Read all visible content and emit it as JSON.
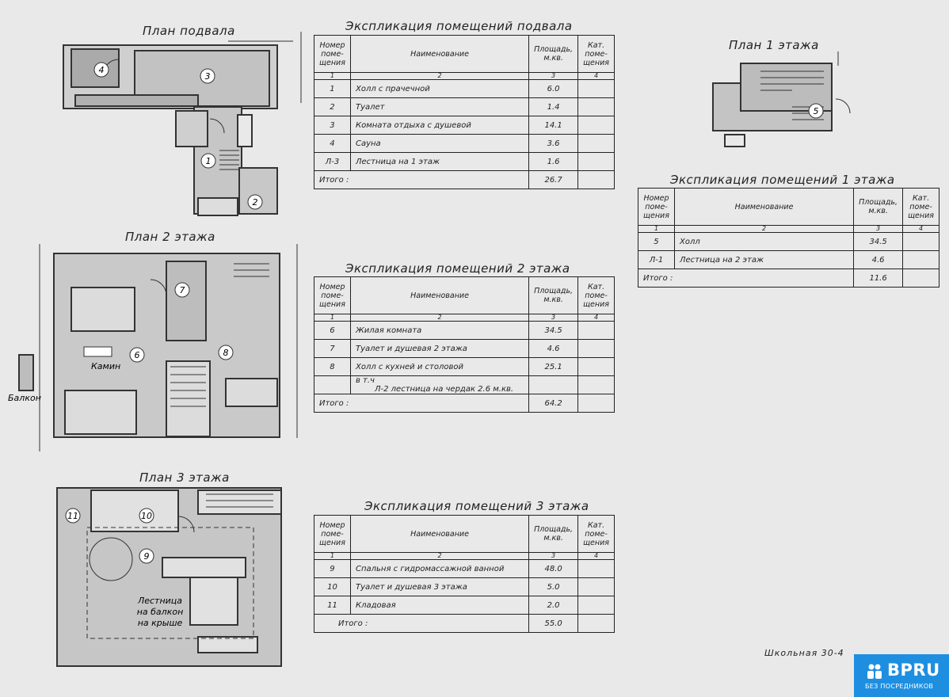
{
  "plans": {
    "basement": {
      "title": "План подвала",
      "rooms": [
        "4",
        "3",
        "1",
        "2"
      ]
    },
    "floor1": {
      "title": "План 1 этажа",
      "rooms": [
        "5"
      ]
    },
    "floor2": {
      "title": "План 2 этажа",
      "rooms": [
        "7",
        "6",
        "8"
      ],
      "labels": [
        "Камин",
        "Балкон"
      ]
    },
    "floor3": {
      "title": "План 3 этажа",
      "rooms": [
        "11",
        "10",
        "9"
      ],
      "labels": [
        "Лестница",
        "на балкон",
        "на крыше"
      ]
    }
  },
  "headers": {
    "num": [
      "Номер",
      "поме-",
      "щения"
    ],
    "name": "Наименование",
    "area": [
      "Площадь,",
      "м.кв."
    ],
    "cat": [
      "Кат.",
      "поме-",
      "щения"
    ],
    "cols": [
      "1",
      "2",
      "3",
      "4"
    ]
  },
  "explications": {
    "basement": {
      "title": "Экспликация помещений подвала",
      "rows": [
        {
          "num": "1",
          "name": "Холл с прачечной",
          "area": "6.0"
        },
        {
          "num": "2",
          "name": "Туалет",
          "area": "1.4"
        },
        {
          "num": "3",
          "name": "Комната отдыха с душевой",
          "area": "14.1"
        },
        {
          "num": "4",
          "name": "Сауна",
          "area": "3.6"
        },
        {
          "num": "Л-3",
          "name": "Лестница на 1 этаж",
          "area": "1.6"
        },
        {
          "num": "Итого :",
          "name": "",
          "area": "26.7"
        }
      ]
    },
    "floor1": {
      "title": "Экспликация помещений 1 этажа",
      "rows": [
        {
          "num": "5",
          "name": "Холл",
          "area": "34.5"
        },
        {
          "num": "Л-1",
          "name": "Лестница на 2 этаж",
          "area": "4.6"
        },
        {
          "num": "Итого :",
          "name": "",
          "area": "11.6"
        }
      ]
    },
    "floor2": {
      "title": "Экспликация помещений 2 этажа",
      "rows": [
        {
          "num": "6",
          "name": "Жилая комната",
          "area": "34.5"
        },
        {
          "num": "7",
          "name": "Туалет и душевая 2 этажа",
          "area": "4.6"
        },
        {
          "num": "8",
          "name": "Холл с кухней и столовой",
          "area": "25.1"
        },
        {
          "num": "",
          "name": "в т.ч",
          "name2": "Л-2 лестница на чердак 2.6 м.кв.",
          "area": ""
        },
        {
          "num": "Итого :",
          "name": "",
          "area": "64.2"
        }
      ]
    },
    "floor3": {
      "title": "Экспликация помещений 3 этажа",
      "rows": [
        {
          "num": "9",
          "name": "Спальня с гидромассажной ванной",
          "area": "48.0"
        },
        {
          "num": "10",
          "name": "Туалет и душевая 3 этажа",
          "area": "5.0"
        },
        {
          "num": "11",
          "name": "Кладовая",
          "area": "2.0"
        },
        {
          "num": "Итого :",
          "name": "",
          "area": "55.0"
        }
      ]
    }
  },
  "address": "Школьная 30-4",
  "watermark": {
    "brand": "BPRU",
    "tagline": "БЕЗ ПОСРЕДНИКОВ",
    "color": "#1e8fe0"
  }
}
